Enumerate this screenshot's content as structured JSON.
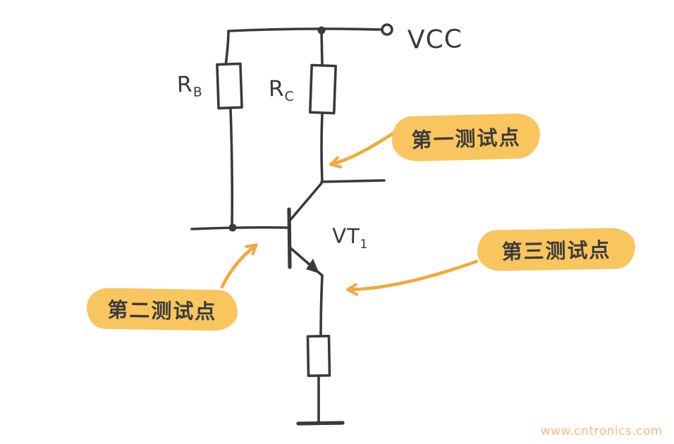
{
  "labels": {
    "vcc": "VCC",
    "rb_main": "R",
    "rb_sub": "B",
    "rc_main": "R",
    "rc_sub": "C",
    "vt_main": "VT",
    "vt_sub": "1"
  },
  "callouts": {
    "test_point_1": "第一测试点",
    "test_point_2": "第二测试点",
    "test_point_3": "第三测试点"
  },
  "watermark": "www.cntronics.com",
  "colors": {
    "ink": "#3a3a3a",
    "highlight": "#f8c55e",
    "arrow": "#f2a93b",
    "watermark-color": "#f4b983",
    "background": "#ffffff"
  }
}
